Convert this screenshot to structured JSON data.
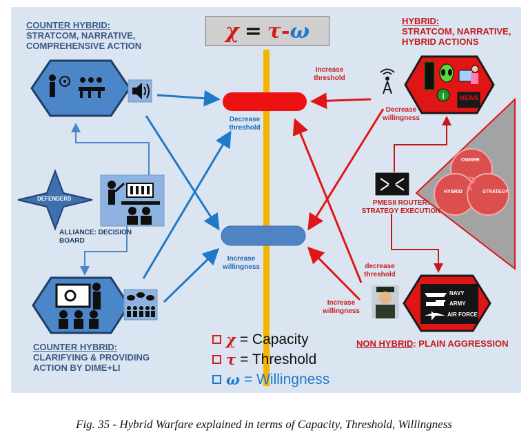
{
  "colors": {
    "capacity": "#d21c1c",
    "threshold": "#d21c1c",
    "willingness": "#1f78c8",
    "axis": "#f5b400",
    "counter_hybrid": "#4b86c8",
    "hybrid": "#e01515"
  },
  "formula": {
    "chi": "χ",
    "eq": "=",
    "tau": "τ",
    "minus": "-",
    "omega": "ω"
  },
  "labels": {
    "counter_top_1": "COUNTER HYBRID:",
    "counter_top_2": "STRATCOM, NARRATIVE,",
    "counter_top_3": "COMPREHENSIVE ACTION",
    "hybrid_1": "HYBRID:",
    "hybrid_2": "STRATCOM, NARRATIVE,",
    "hybrid_3": "HYBRID ACTIONS",
    "defenders": "DEFENDERS",
    "alliance_1": "ALLIANCE: DECISION",
    "alliance_2": "BOARD",
    "counter_bottom_1": "COUNTER HYBRID:",
    "counter_bottom_2": "CLARIFYING & PROVIDING",
    "counter_bottom_3": "ACTION BY DIME+LI",
    "decrease_threshold_blue_1": "Decrease",
    "decrease_threshold_blue_2": "threshold",
    "increase_willingness_blue_1": "Increase",
    "increase_willingness_blue_2": "willingness",
    "increase_threshold_red_1": "Increase",
    "increase_threshold_red_2": "threshold",
    "decrease_willingness_red_1": "Decrease",
    "decrease_willingness_red_2": "willingness",
    "decrease_threshold_red_1": "decrease",
    "decrease_threshold_red_2": "threshold",
    "increase_willingness_red_1": "Increase",
    "increase_willingness_red_2": "willingness",
    "pmesii_1": "PMESII ROUTER:",
    "pmesii_2": "STRATEGY EXECUTION",
    "non_hybrid_1": "NON HYBRID",
    "non_hybrid_2": ": PLAIN AGGRESSION",
    "venn_owner": "OWNER",
    "venn_hybrid": "HYBRID",
    "venn_strategy": "STRATEGY",
    "venn_q": "?",
    "news": "NEWS",
    "navy": "NAVY",
    "army": "ARMY",
    "air_force": "AIR FORCE"
  },
  "legend": [
    {
      "symbol": "χ",
      "text": "= Capacity"
    },
    {
      "symbol": "τ",
      "text": "= Threshold"
    },
    {
      "symbol": "ω",
      "text": "= Willingness"
    }
  ],
  "caption": "Fig. 35 - Hybrid Warfare explained in terms of Capacity, Threshold, Willingness"
}
